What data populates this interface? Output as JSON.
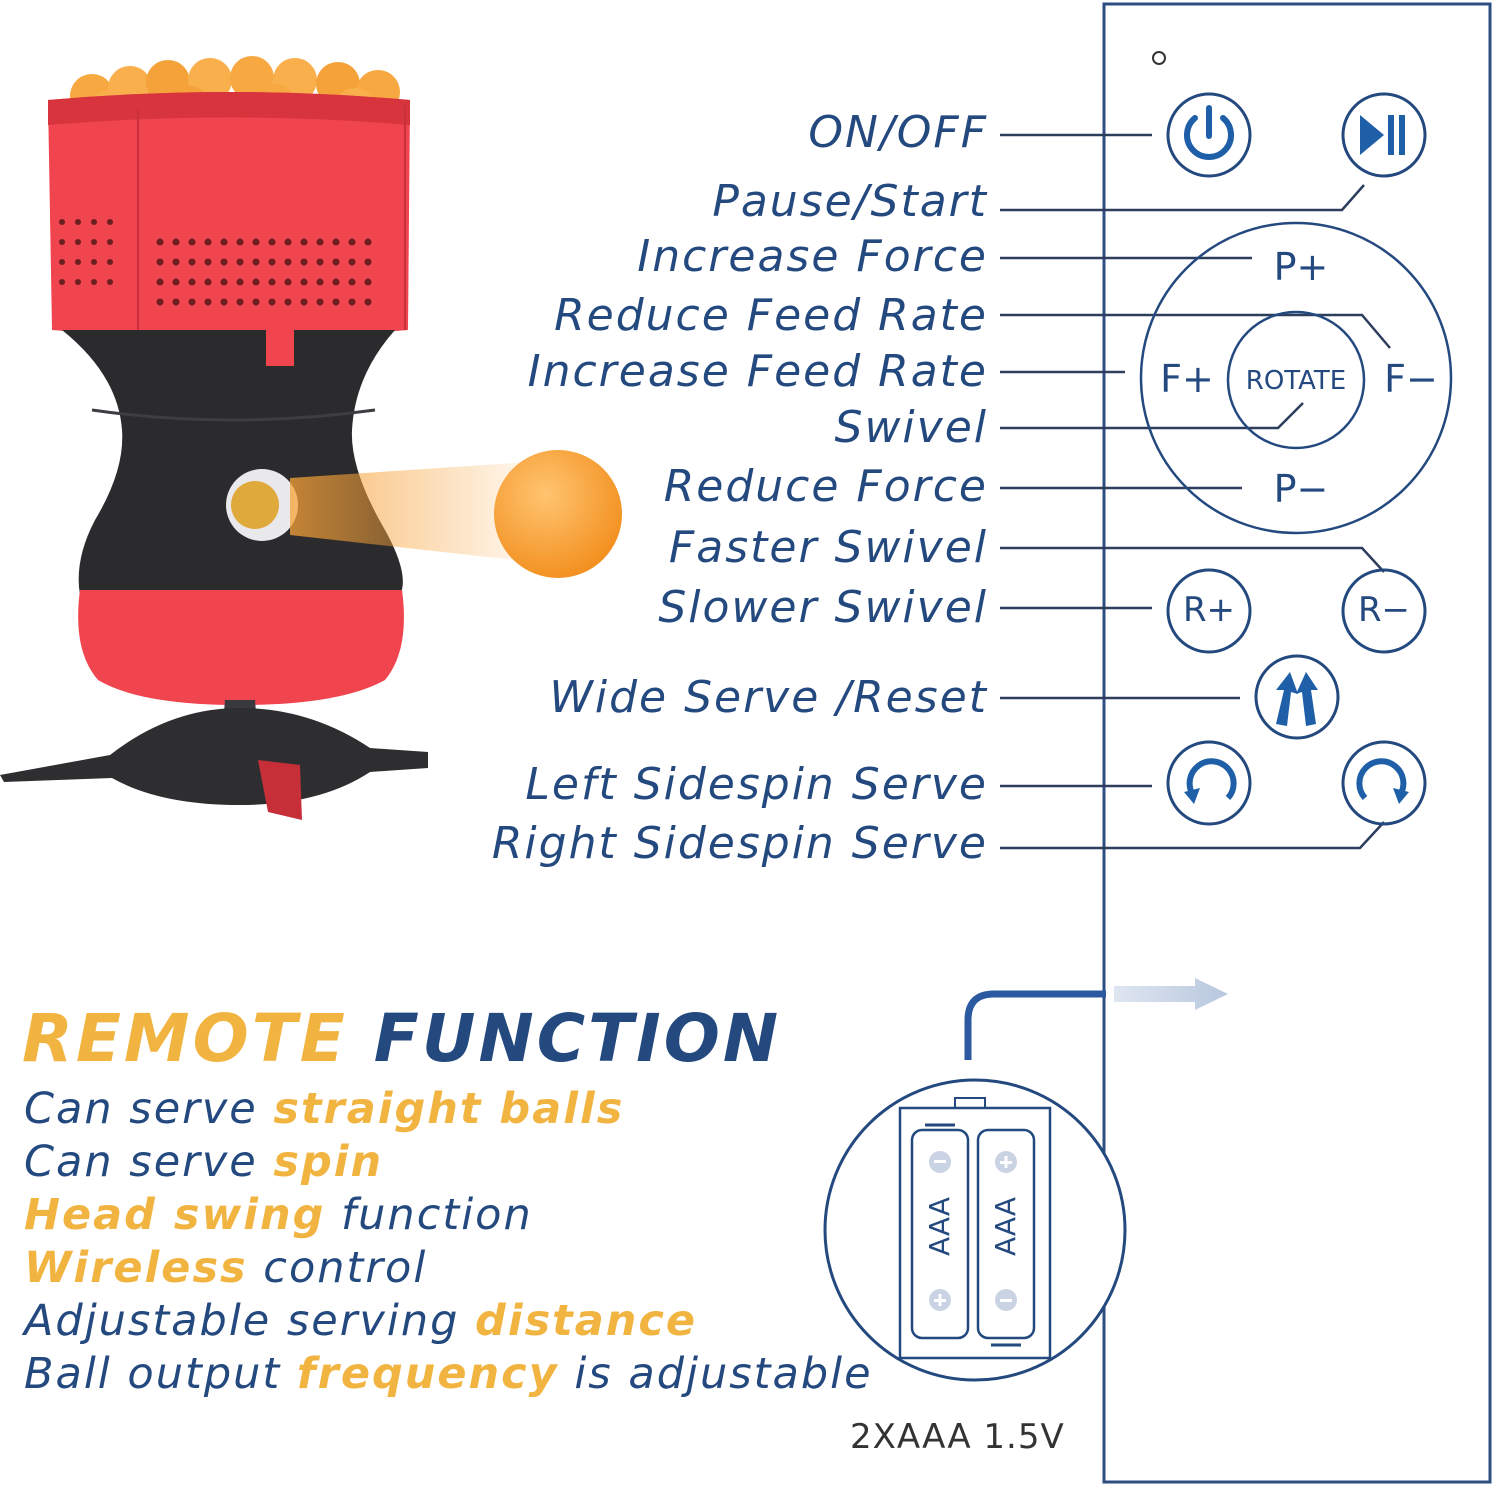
{
  "labels": {
    "on_off": "ON/OFF",
    "pause_start": "Pause/Start",
    "increase_force": "Increase Force",
    "reduce_feed_rate": "Reduce Feed Rate",
    "increase_feed_rate": "Increase Feed Rate",
    "swivel": "Swivel",
    "reduce_force": "Reduce Force",
    "faster_swivel": "Faster Swivel",
    "slower_swivel": "Slower Swivel",
    "wide_serve_reset": "Wide Serve /Reset",
    "left_sidespin": "Left Sidespin Serve",
    "right_sidespin": "Right Sidespin Serve"
  },
  "remote": {
    "p_plus": "P+",
    "p_minus": "P−",
    "f_plus": "F+",
    "f_minus": "F−",
    "rotate": "ROTATE",
    "r_plus": "R+",
    "r_minus": "R−"
  },
  "heading": {
    "part1": "REMOTE",
    "part2": "FUNCTION"
  },
  "features": [
    {
      "pre": "Can serve ",
      "hl": "straight balls",
      "post": ""
    },
    {
      "pre": "Can serve ",
      "hl": "spin",
      "post": ""
    },
    {
      "pre": "",
      "hl": "Head swing",
      "post": " function"
    },
    {
      "pre": "",
      "hl": "Wireless",
      "post": " control"
    },
    {
      "pre": "Adjustable serving ",
      "hl": "distance",
      "post": ""
    },
    {
      "pre": "Ball output ",
      "hl": "frequency",
      "post": " is adjustable"
    }
  ],
  "battery": {
    "cell_label": "AAA",
    "spec": "2XAAA  1.5V"
  },
  "colors": {
    "navy": "#23497f",
    "orange": "#f2b440",
    "machine_red": "#f0454f",
    "ball_orange": "#f7a238"
  }
}
